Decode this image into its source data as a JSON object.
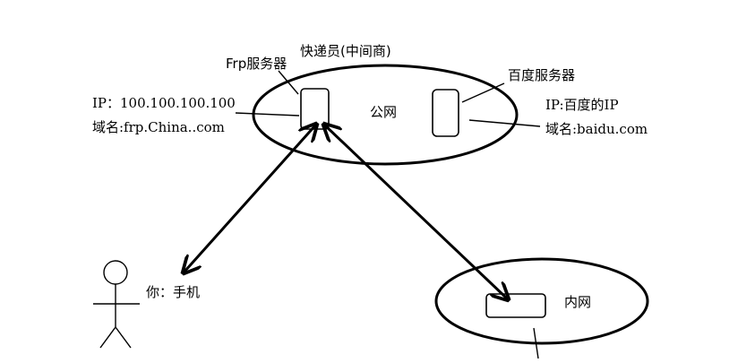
{
  "labels": {
    "frp_server": "Frp服务器",
    "courier": "快递员(中间商)",
    "baidu_server": "百度服务器",
    "public_net": "公网",
    "private_net": "内网",
    "frp_ip": "IP：100.100.100.100",
    "frp_domain": "域名:frp.China..com",
    "baidu_ip": "IP:百度的IP",
    "baidu_domain": "域名:baidu.com",
    "user_phone": "你：手机"
  },
  "colors": {
    "stroke": "#000000",
    "background": "#ffffff"
  }
}
